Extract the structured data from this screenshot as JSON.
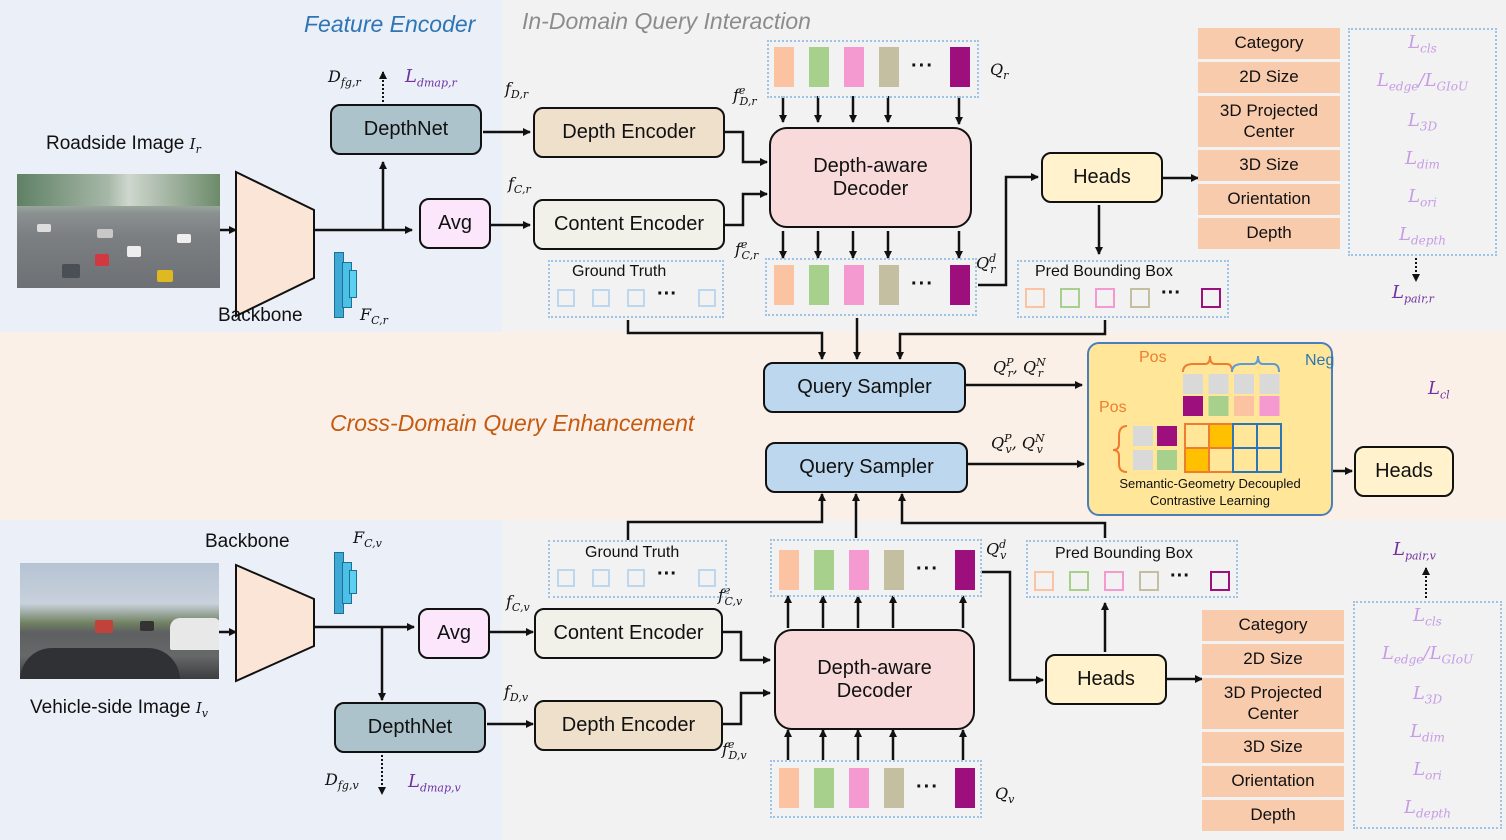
{
  "sections": {
    "feature_encoder": "Feature Encoder",
    "in_domain": "In-Domain Query Interaction",
    "cross_domain": "Cross-Domain Query Enhancement"
  },
  "colors": {
    "feature_encoder_title": "#2e75b6",
    "in_domain_title": "#8c8c8c",
    "cross_domain_title": "#c55a11",
    "loss_light": "#c79be6",
    "loss_dark": "#7030a0",
    "query_colors": [
      "#fcc3a3",
      "#a8d08d",
      "#f49ad1",
      "#c4bfa0",
      "#9c0f7c"
    ],
    "gt_box": "#bdd7ee",
    "head_item_bg": "#f8cbad"
  },
  "roadside": {
    "image_label": "Roadside Image",
    "image_symbol": "I",
    "image_sub": "r",
    "backbone": "Backbone",
    "feature_map": {
      "base": "F",
      "sub": "C,r"
    },
    "depthnet": "DepthNet",
    "depth_map": {
      "base": "D",
      "sub": "fg,r"
    },
    "depth_loss": {
      "base": "L",
      "sub": "dmap,r"
    },
    "avg": "Avg",
    "f_depth": {
      "base": "f",
      "sub": "D,r"
    },
    "f_content": {
      "base": "f",
      "sub": "C,r"
    },
    "depth_encoder": "Depth Encoder",
    "content_encoder": "Content Encoder",
    "fe_depth": {
      "base": "f",
      "sup": "e",
      "sub": "D,r"
    },
    "fe_content": {
      "base": "f",
      "sup": "e",
      "sub": "C,r"
    },
    "decoder_line1": "Depth-aware",
    "decoder_line2": "Decoder",
    "queries": {
      "base": "Q",
      "sub": "r"
    },
    "decoded_queries": {
      "base": "Q",
      "sup": "d",
      "sub": "r"
    },
    "ground_truth": "Ground Truth",
    "pred_box": "Pred Bounding Box",
    "heads": "Heads",
    "pair_loss": {
      "base": "L",
      "sub": "pair,r"
    }
  },
  "vehicle": {
    "image_label": "Vehicle-side Image",
    "image_symbol": "I",
    "image_sub": "v",
    "backbone": "Backbone",
    "feature_map": {
      "base": "F",
      "sub": "C,v"
    },
    "depthnet": "DepthNet",
    "depth_map": {
      "base": "D",
      "sub": "fg,v"
    },
    "depth_loss": {
      "base": "L",
      "sub": "dmap,v"
    },
    "avg": "Avg",
    "f_depth": {
      "base": "f",
      "sub": "D,v"
    },
    "f_content": {
      "base": "f",
      "sub": "C,v"
    },
    "depth_encoder": "Depth Encoder",
    "content_encoder": "Content Encoder",
    "fe_depth": {
      "base": "f",
      "sup": "e",
      "sub": "D,v"
    },
    "fe_content": {
      "base": "f",
      "sup": "e",
      "sub": "C,v"
    },
    "decoder_line1": "Depth-aware",
    "decoder_line2": "Decoder",
    "queries": {
      "base": "Q",
      "sub": "v"
    },
    "decoded_queries": {
      "base": "Q",
      "sup": "d",
      "sub": "v"
    },
    "ground_truth": "Ground Truth",
    "pred_box": "Pred Bounding Box",
    "heads": "Heads",
    "pair_loss": {
      "base": "L",
      "sub": "pair,v"
    }
  },
  "head_items": [
    "Category",
    "2D Size",
    "3D Projected Center",
    "3D Size",
    "Orientation",
    "Depth"
  ],
  "losses": [
    {
      "base": "L",
      "sub": "cls"
    },
    {
      "base": "L",
      "sub": "edge",
      "alt_base": "L",
      "alt_sub": "GIoU"
    },
    {
      "base": "L",
      "sub": "3D"
    },
    {
      "base": "L",
      "sub": "dim"
    },
    {
      "base": "L",
      "sub": "ori"
    },
    {
      "base": "L",
      "sub": "depth"
    }
  ],
  "cross": {
    "query_sampler": "Query Sampler",
    "road_samples": {
      "base1": "Q",
      "sup1": "P",
      "sub1": "r",
      "base2": "Q",
      "sup2": "N",
      "sub2": "r"
    },
    "vehicle_samples": {
      "base1": "Q",
      "sup1": "P",
      "sub1": "v",
      "base2": "Q",
      "sup2": "N",
      "sub2": "v"
    },
    "contrastive_line1": "Semantic-Geometry Decoupled",
    "contrastive_line2": "Contrastive Learning",
    "pos": "Pos",
    "neg": "Neg",
    "cl_loss": {
      "base": "L",
      "sub": "cl"
    },
    "heads": "Heads"
  },
  "ellipsis": "···"
}
